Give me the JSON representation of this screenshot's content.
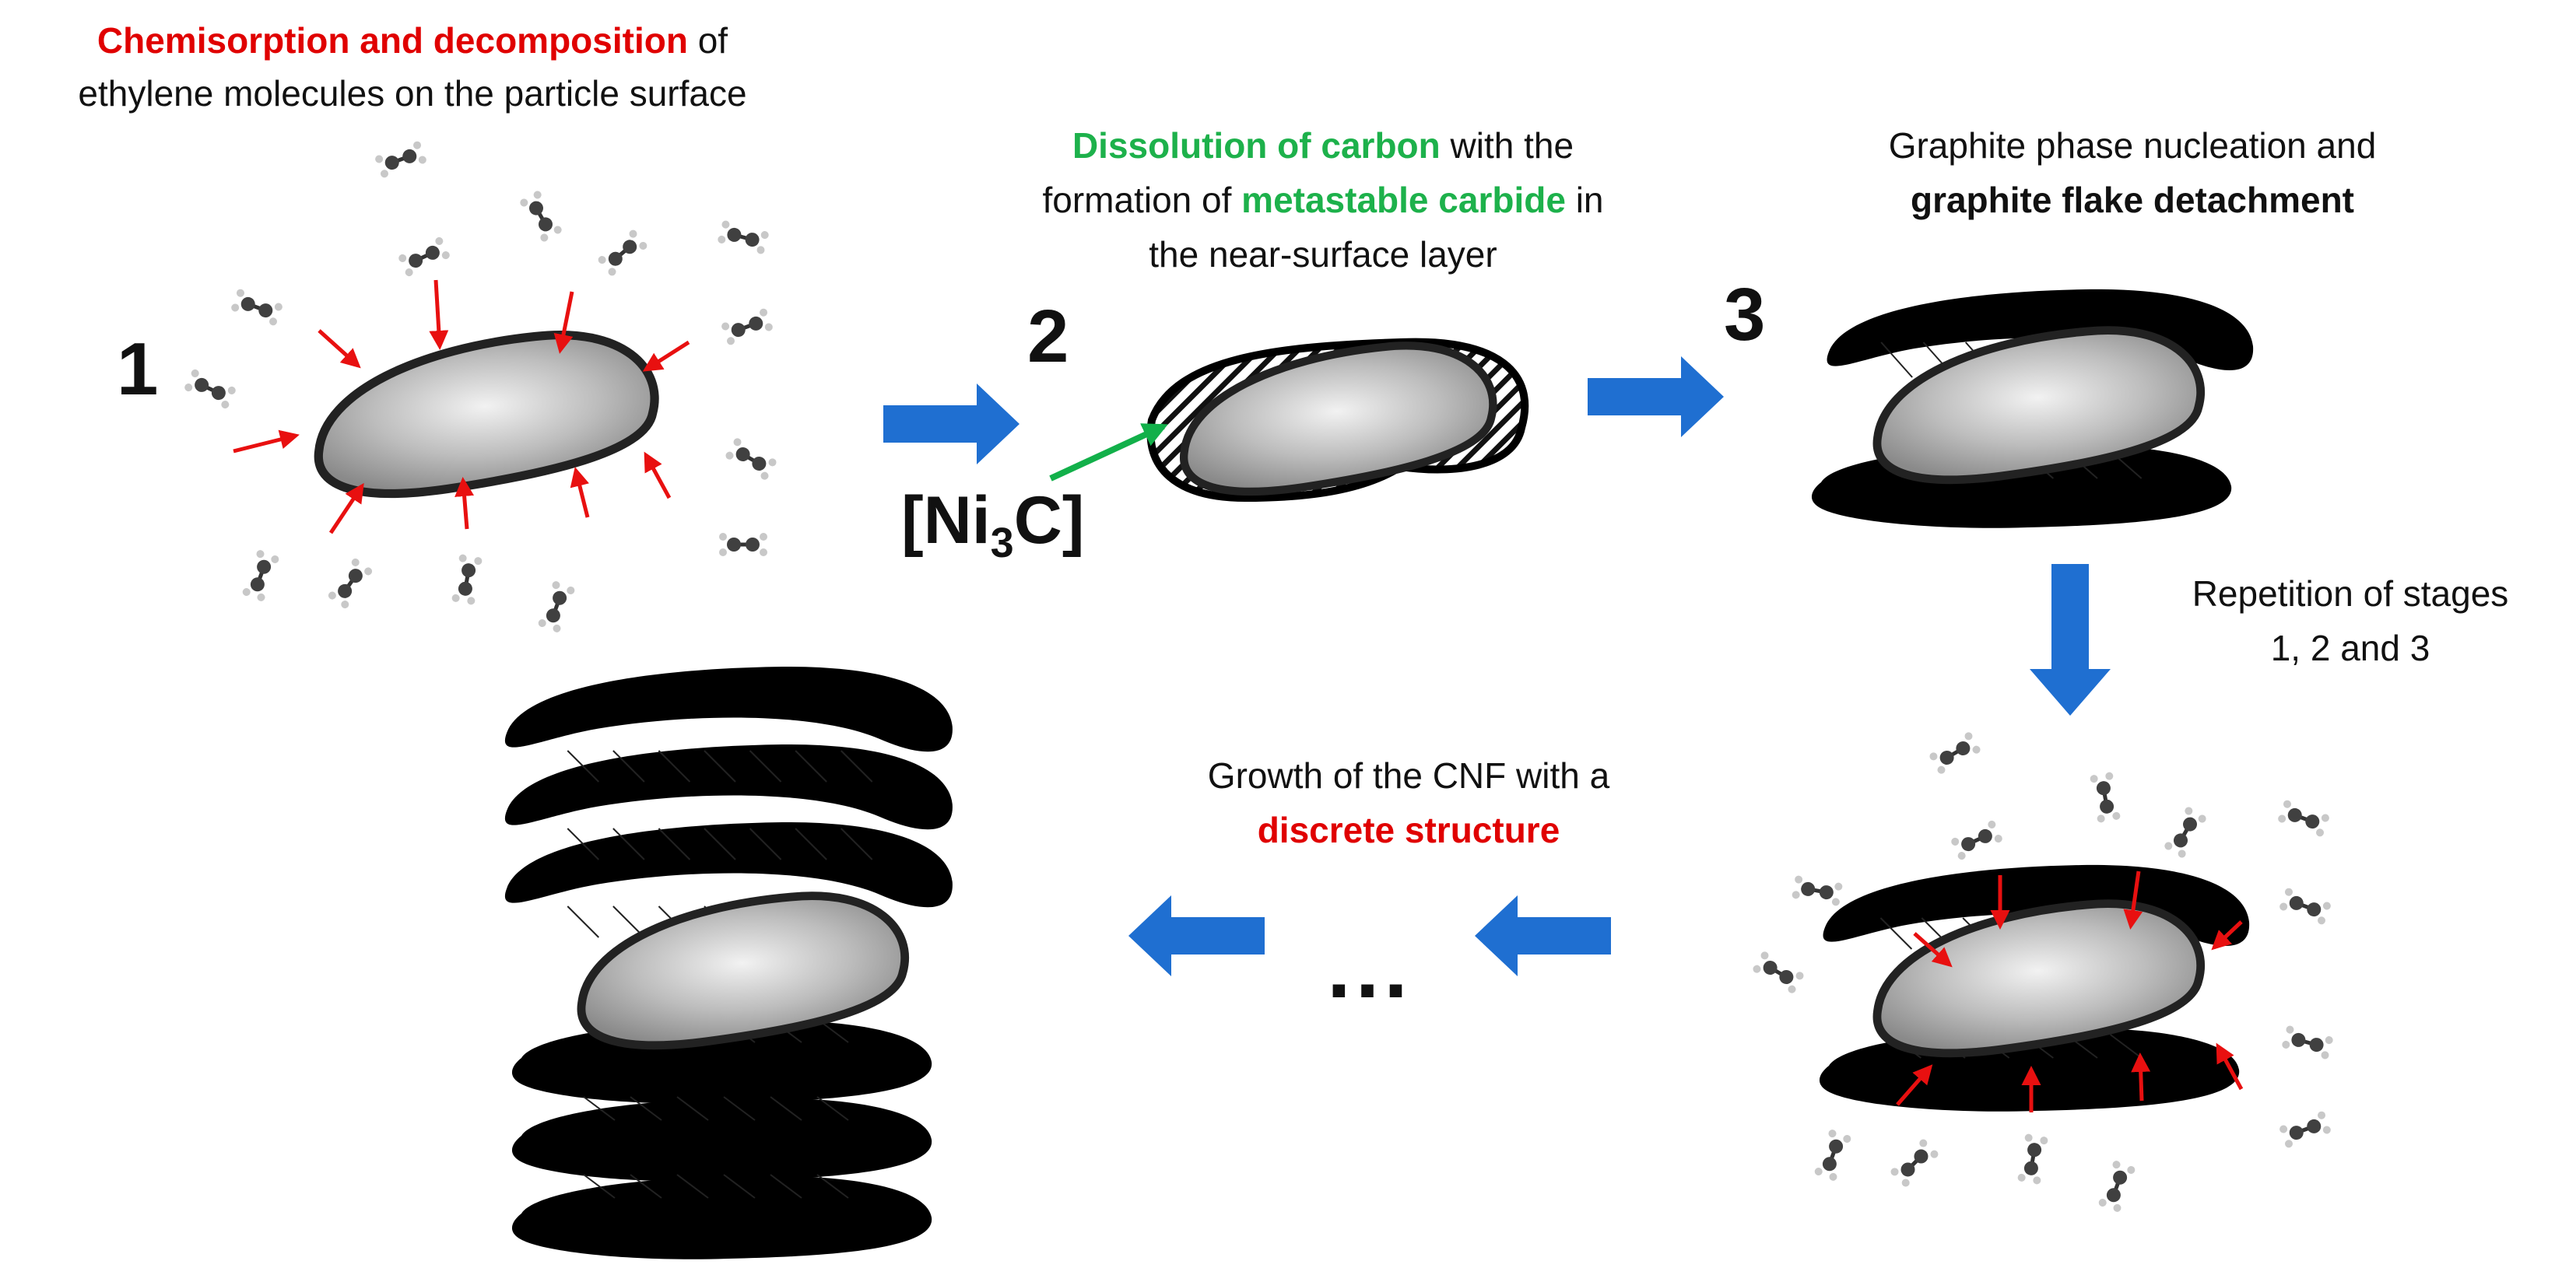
{
  "labels": {
    "stage1_red": "Chemisorption and decomposition",
    "stage1_rest_a": " of",
    "stage1_rest_b": "ethylene molecules on the particle surface",
    "stage2_green_a": "Dissolution of carbon",
    "stage2_mid_a": " with the",
    "stage2_mid_b": "formation of ",
    "stage2_green_b": "metastable carbide",
    "stage2_mid_c": " in",
    "stage2_mid_d": "the near-surface layer",
    "stage3_a": "Graphite phase nucleation and",
    "stage3_bold": "graphite flake detachment",
    "repeat_a": "Repetition of stages",
    "repeat_b": "1, 2 and 3",
    "growth_a": "Growth of the CNF with a",
    "growth_red": "discrete structure",
    "step1": "1",
    "step2": "2",
    "step3": "3",
    "carbide_main": "[Ni",
    "carbide_sub": "3",
    "carbide_end": "C]",
    "ellipsis": "..."
  },
  "colors": {
    "red_text": "#e00000",
    "green_text": "#1db14b",
    "flow_arrow": "#1f6fd1",
    "attack_arrow": "#e81010",
    "pointer_arrow": "#12b04a",
    "particle_fill": "#b8b8b8",
    "layer": "#000000"
  }
}
